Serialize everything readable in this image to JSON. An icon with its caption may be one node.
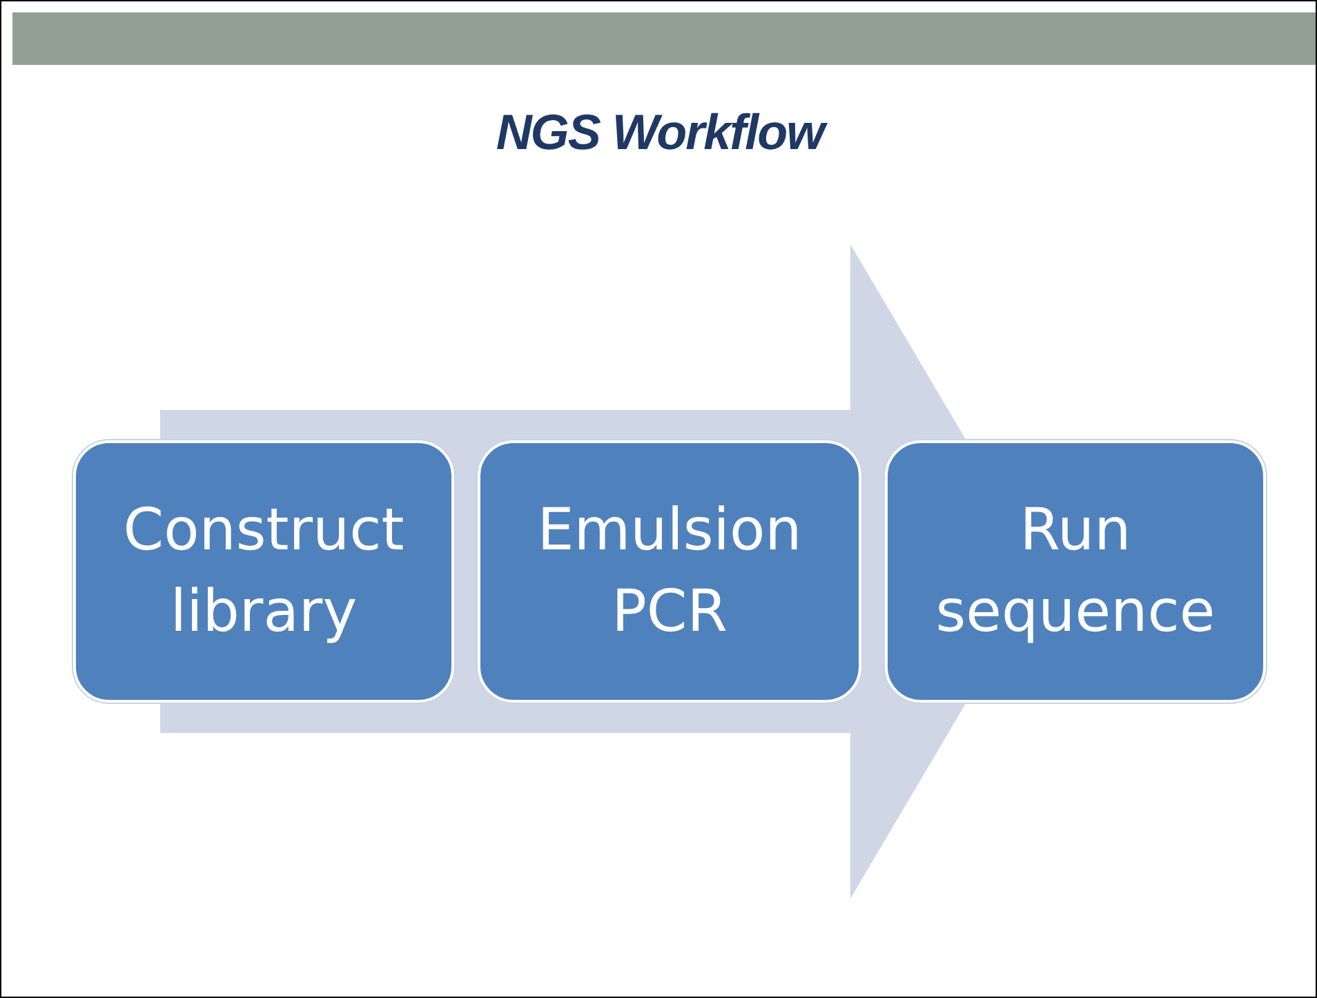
{
  "diagram": {
    "title": "NGS Workflow",
    "nodes": [
      {
        "text": [
          "Construct library"
        ]
      },
      {
        "text": [
          "Emulsion PCR"
        ]
      },
      {
        "text": [
          "Run sequence"
        ]
      }
    ],
    "edges": [
      {
        "from": 0,
        "to": 2,
        "arrow": "to",
        "style": "thick"
      }
    ]
  }
}
